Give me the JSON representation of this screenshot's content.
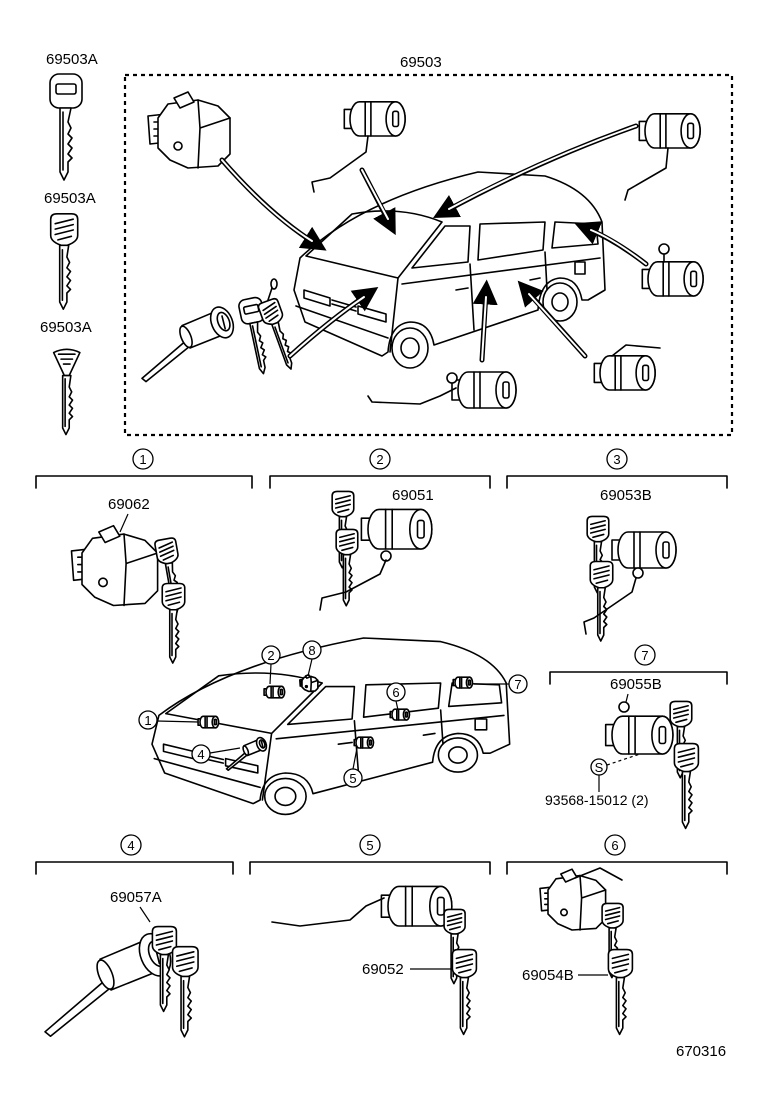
{
  "diagram": {
    "assembly_part": "69503",
    "key_parts": [
      "69503A",
      "69503A",
      "69503A"
    ],
    "sections": [
      {
        "number": "1",
        "part": "69062"
      },
      {
        "number": "2",
        "part": "69051"
      },
      {
        "number": "3",
        "part": "69053B"
      },
      {
        "number": "4",
        "part": "69057A"
      },
      {
        "number": "5",
        "part": "69052"
      },
      {
        "number": "6",
        "part": "69054B"
      },
      {
        "number": "7",
        "part": "69055B"
      }
    ],
    "vehicle_callouts": [
      "1",
      "2",
      "8",
      "4",
      "5",
      "6",
      "7"
    ],
    "fastener": {
      "symbol": "S",
      "part": "93568-15012 (2)"
    },
    "illustration_number": "670316"
  },
  "colors": {
    "line": "#000000",
    "background": "#ffffff"
  }
}
